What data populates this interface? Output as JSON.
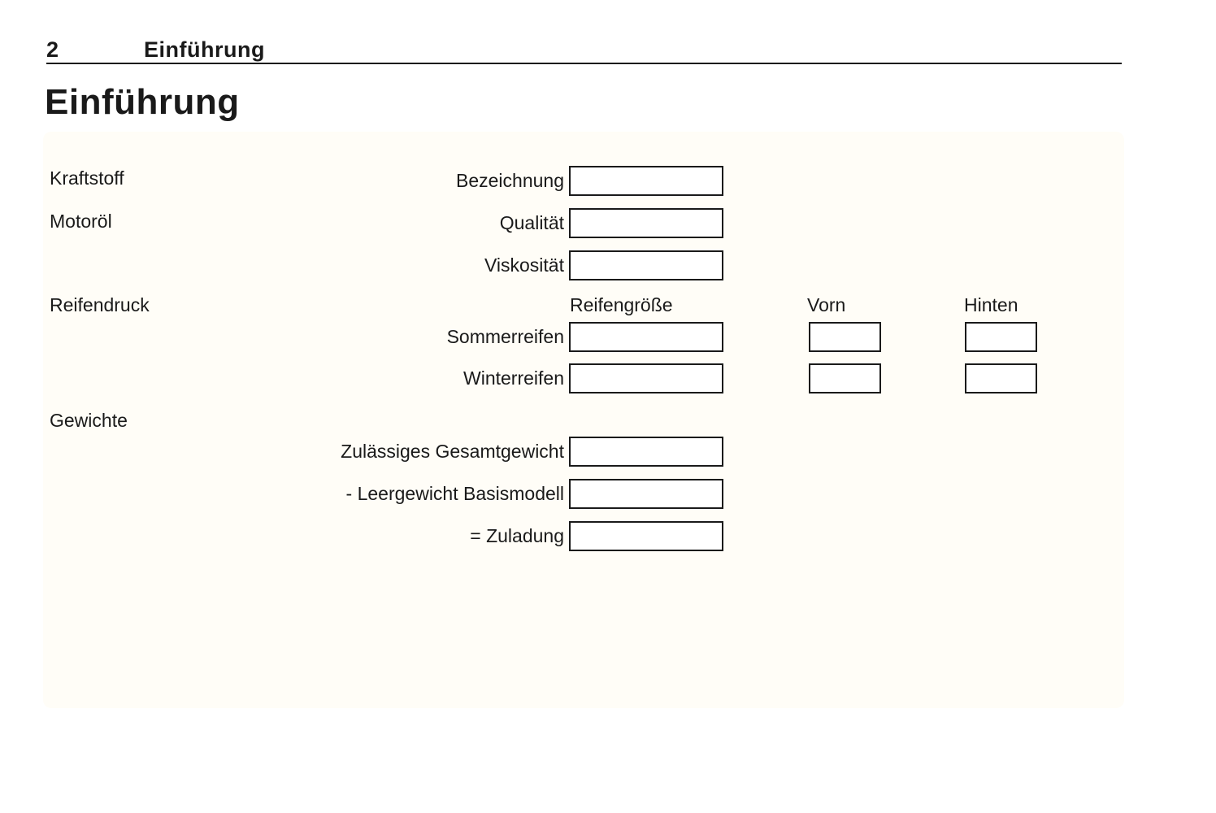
{
  "page_header": {
    "page_number": "2",
    "chapter": "Einführung"
  },
  "title": "Einführung",
  "colors": {
    "text": "#1a1a1a",
    "box_border": "#1a1a1a",
    "panel_bg": "#fffdf7",
    "page_bg": "#ffffff"
  },
  "form": {
    "sections": {
      "kraftstoff": {
        "label": "Kraftstoff"
      },
      "motoroel": {
        "label": "Motoröl"
      },
      "reifendruck": {
        "label": "Reifendruck"
      },
      "gewichte": {
        "label": "Gewichte"
      }
    },
    "columns": {
      "reifengroesse": "Reifengröße",
      "vorn": "Vorn",
      "hinten": "Hinten"
    },
    "fields": {
      "bezeichnung": {
        "label": "Bezeichnung",
        "value": ""
      },
      "qualitaet": {
        "label": "Qualität",
        "value": ""
      },
      "viskositaet": {
        "label": "Viskosität",
        "value": ""
      },
      "sommerreifen": {
        "label": "Sommerreifen",
        "groesse": "",
        "vorn": "",
        "hinten": ""
      },
      "winterreifen": {
        "label": "Winterreifen",
        "groesse": "",
        "vorn": "",
        "hinten": ""
      },
      "gesamtgewicht": {
        "label": "Zulässiges Gesamtgewicht",
        "value": ""
      },
      "leergewicht": {
        "label": "- Leergewicht Basismodell",
        "value": ""
      },
      "zuladung": {
        "label": "= Zuladung",
        "value": ""
      }
    }
  }
}
